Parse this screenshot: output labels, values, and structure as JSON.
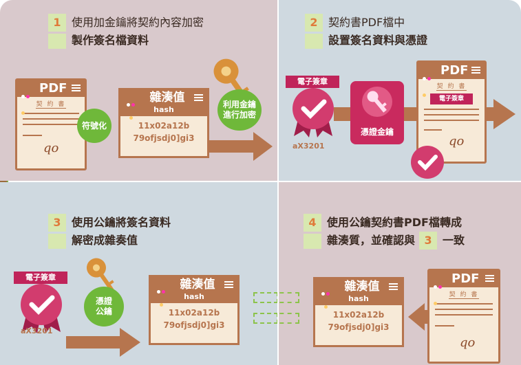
{
  "steps": {
    "s1": {
      "num": "1",
      "line1": "使用加金鑰將契約內容加密",
      "line2": "製作簽名檔資料"
    },
    "s2": {
      "num": "2",
      "line1": "契約書PDF檔中",
      "line2": "設置簽名資料與憑證"
    },
    "s3": {
      "num": "3",
      "line1": "使用公鑰將簽名資料",
      "line2": "解密成雜奏值"
    },
    "s4": {
      "num": "4",
      "line1": "使用公鑰契約書PDF檔轉成",
      "line2a": "雜湊質，並確認與",
      "line2num": "3",
      "line2b": "一致"
    }
  },
  "pdf": {
    "title": "PDF",
    "subtitle": "契 約 書",
    "seal_label": "電子簽章"
  },
  "hash": {
    "title": "雜湊值",
    "sub": "hash",
    "value1": "11x02a12b",
    "value2": "79ofjsdj0]gi3"
  },
  "bubbles": {
    "symbolize": "符號化",
    "encrypt": "利用金鑰\n進行加密",
    "public_key": "憑證\n公鑰"
  },
  "badge": {
    "label": "電子簽章",
    "account": "aX3201"
  },
  "certificate_key": "憑證金鑰",
  "signature_glyph": "qo",
  "colors": {
    "brown": "#b6754e",
    "green": "#6fb83a",
    "crimson": "#c0245a",
    "pink_bg": "#d9c9cc",
    "blue_bg": "#cfd9e0"
  }
}
